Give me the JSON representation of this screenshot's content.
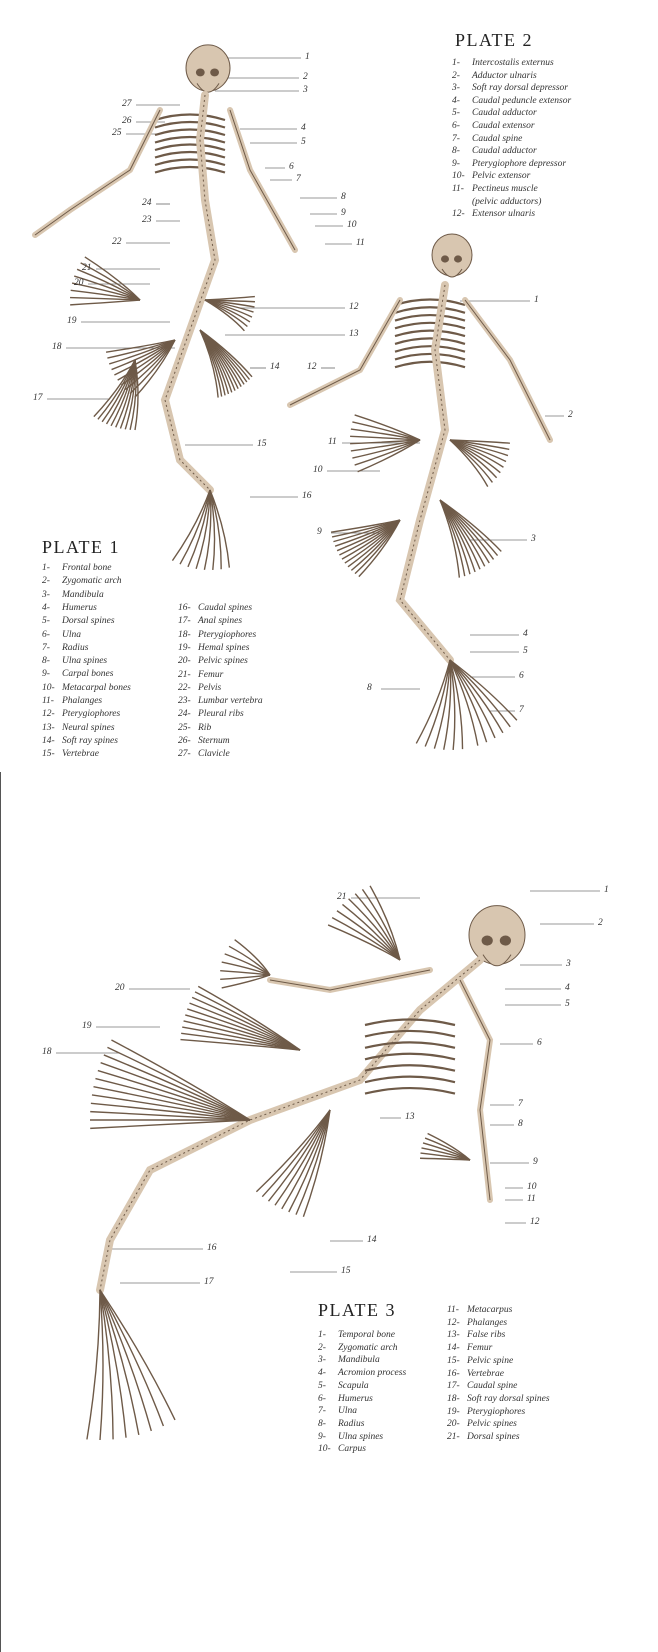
{
  "plate1": {
    "title": "PLATE 1",
    "items": [
      {
        "n": "1-",
        "t": "Frontal bone"
      },
      {
        "n": "2-",
        "t": "Zygomatic arch"
      },
      {
        "n": "3-",
        "t": "Mandibula"
      },
      {
        "n": "4-",
        "t": "Humerus"
      },
      {
        "n": "5-",
        "t": "Dorsal spines"
      },
      {
        "n": "6-",
        "t": "Ulna"
      },
      {
        "n": "7-",
        "t": "Radius"
      },
      {
        "n": "8-",
        "t": "Ulna spines"
      },
      {
        "n": "9-",
        "t": "Carpal bones"
      },
      {
        "n": "10-",
        "t": "Metacarpal bones"
      },
      {
        "n": "11-",
        "t": "Phalanges"
      },
      {
        "n": "12-",
        "t": "Pterygiophores"
      },
      {
        "n": "13-",
        "t": "Neural spines"
      },
      {
        "n": "14-",
        "t": "Soft ray spines"
      },
      {
        "n": "15-",
        "t": "Vertebrae"
      },
      {
        "n": "16-",
        "t": "Caudal spines"
      },
      {
        "n": "17-",
        "t": "Anal spines"
      },
      {
        "n": "18-",
        "t": "Pterygiophores"
      },
      {
        "n": "19-",
        "t": "Hemal spines"
      },
      {
        "n": "20-",
        "t": "Pelvic spines"
      },
      {
        "n": "21-",
        "t": "Femur"
      },
      {
        "n": "22-",
        "t": "Pelvis"
      },
      {
        "n": "23-",
        "t": "Lumbar vertebra"
      },
      {
        "n": "24-",
        "t": "Pleural ribs"
      },
      {
        "n": "25-",
        "t": "Rib"
      },
      {
        "n": "26-",
        "t": "Sternum"
      },
      {
        "n": "27-",
        "t": "Clavicle"
      }
    ],
    "callouts": [
      "1",
      "2",
      "3",
      "27",
      "26",
      "25",
      "4",
      "5",
      "6",
      "7",
      "8",
      "9",
      "10",
      "11",
      "24",
      "23",
      "22",
      "21",
      "20",
      "12",
      "19",
      "13",
      "18",
      "14",
      "17",
      "15",
      "16"
    ]
  },
  "plate2": {
    "title": "PLATE 2",
    "items": [
      {
        "n": "1-",
        "t": "Intercostalis externus"
      },
      {
        "n": "2-",
        "t": "Adductor ulnaris"
      },
      {
        "n": "3-",
        "t": "Soft ray dorsal depressor"
      },
      {
        "n": "4-",
        "t": "Caudal peduncle extensor"
      },
      {
        "n": "5-",
        "t": "Caudal adductor"
      },
      {
        "n": "6-",
        "t": "Caudal extensor"
      },
      {
        "n": "7-",
        "t": "Caudal spine"
      },
      {
        "n": "8-",
        "t": "Caudal adductor"
      },
      {
        "n": "9-",
        "t": "Pterygiophore depressor"
      },
      {
        "n": "10-",
        "t": "Pelvic extensor"
      },
      {
        "n": "11-",
        "t": "Pectineus muscle"
      },
      {
        "n": "",
        "t": "(pelvic adductors)"
      },
      {
        "n": "12-",
        "t": "Extensor ulnaris"
      }
    ],
    "callouts": [
      "1",
      "12",
      "2",
      "11",
      "10",
      "9",
      "3",
      "4",
      "5",
      "6",
      "8",
      "7"
    ]
  },
  "plate3": {
    "title": "PLATE 3",
    "items": [
      {
        "n": "1-",
        "t": "Temporal bone"
      },
      {
        "n": "2-",
        "t": "Zygomatic arch"
      },
      {
        "n": "3-",
        "t": "Mandibula"
      },
      {
        "n": "4-",
        "t": "Acromion process"
      },
      {
        "n": "5-",
        "t": "Scapula"
      },
      {
        "n": "6-",
        "t": "Humerus"
      },
      {
        "n": "7-",
        "t": "Ulna"
      },
      {
        "n": "8-",
        "t": "Radius"
      },
      {
        "n": "9-",
        "t": "Ulna spines"
      },
      {
        "n": "10-",
        "t": "Carpus"
      },
      {
        "n": "11-",
        "t": "Metacarpus"
      },
      {
        "n": "12-",
        "t": "Phalanges"
      },
      {
        "n": "13-",
        "t": "False ribs"
      },
      {
        "n": "14-",
        "t": "Femur"
      },
      {
        "n": "15-",
        "t": "Pelvic spine"
      },
      {
        "n": "16-",
        "t": "Vertebrae"
      },
      {
        "n": "17-",
        "t": "Caudal spine"
      },
      {
        "n": "18-",
        "t": "Soft ray dorsal spines"
      },
      {
        "n": "19-",
        "t": "Pterygiophores"
      },
      {
        "n": "20-",
        "t": "Pelvic spines"
      },
      {
        "n": "21-",
        "t": "Dorsal spines"
      }
    ],
    "callouts": [
      "1",
      "2",
      "21",
      "3",
      "4",
      "5",
      "20",
      "6",
      "19",
      "18",
      "7",
      "13",
      "8",
      "9",
      "10",
      "11",
      "12",
      "14",
      "16",
      "15",
      "17"
    ]
  },
  "colors": {
    "bone": "#d8c6b0",
    "shade": "#6e5a48",
    "line": "#333333"
  }
}
